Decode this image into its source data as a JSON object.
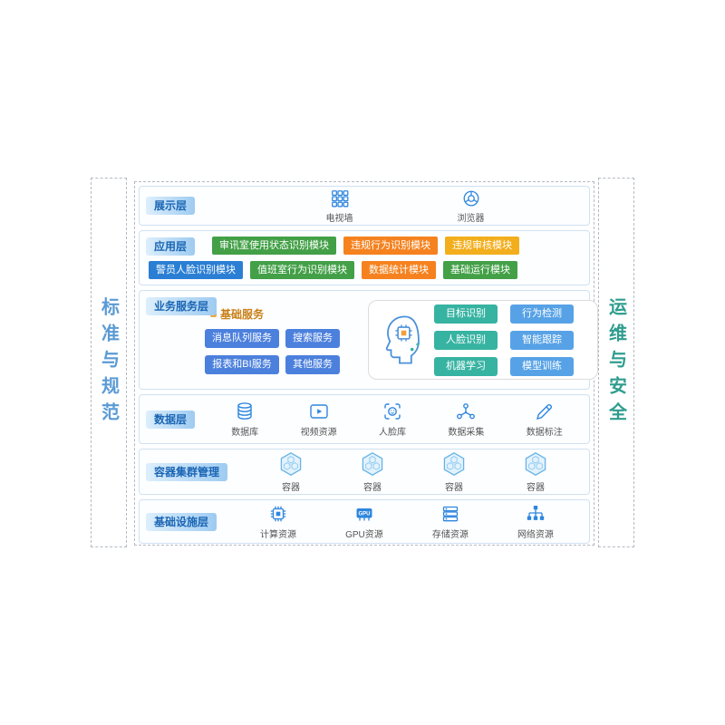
{
  "banners": {
    "left": "标准与规范",
    "right": "运维与安全"
  },
  "presentation": {
    "label": "展示层",
    "items": [
      {
        "label": "电视墙",
        "icon": "tv-wall-icon"
      },
      {
        "label": "浏览器",
        "icon": "browser-icon"
      }
    ]
  },
  "application": {
    "label": "应用层",
    "row1": [
      {
        "label": "审讯室使用状态识别模块",
        "color": "green"
      },
      {
        "label": "违规行为识别模块",
        "color": "orange"
      },
      {
        "label": "违规审核模块",
        "color": "amber"
      }
    ],
    "row2": [
      {
        "label": "警员人脸识别模块",
        "color": "blue"
      },
      {
        "label": "值班室行为识别模块",
        "color": "green"
      },
      {
        "label": "数据统计模块",
        "color": "orange"
      },
      {
        "label": "基础运行模块",
        "color": "green"
      }
    ]
  },
  "business": {
    "label": "业务服务层",
    "basic_title": "基础服务",
    "basic_services": [
      {
        "label": "消息队列服务",
        "color": "service"
      },
      {
        "label": "搜索服务",
        "color": "service"
      },
      {
        "label": "报表和BI服务",
        "color": "service"
      },
      {
        "label": "其他服务",
        "color": "service"
      }
    ],
    "ai_icon": "ai-head-chip-icon",
    "ai_services": [
      {
        "label": "目标识别",
        "color": "teal"
      },
      {
        "label": "行为检测",
        "color": "ai_blue"
      },
      {
        "label": "人脸识别",
        "color": "teal"
      },
      {
        "label": "智能跟踪",
        "color": "ai_blue"
      },
      {
        "label": "机器学习",
        "color": "teal"
      },
      {
        "label": "模型训练",
        "color": "ai_blue"
      }
    ]
  },
  "data_layer": {
    "label": "数据层",
    "items": [
      {
        "label": "数据库",
        "icon": "database-icon"
      },
      {
        "label": "视频资源",
        "icon": "video-icon"
      },
      {
        "label": "人脸库",
        "icon": "face-library-icon"
      },
      {
        "label": "数据采集",
        "icon": "data-collect-icon"
      },
      {
        "label": "数据标注",
        "icon": "data-annotate-icon"
      }
    ]
  },
  "container_layer": {
    "label": "容器集群管理",
    "items": [
      {
        "label": "容器",
        "icon": "container-hexagon-icon"
      },
      {
        "label": "容器",
        "icon": "container-hexagon-icon"
      },
      {
        "label": "容器",
        "icon": "container-hexagon-icon"
      },
      {
        "label": "容器",
        "icon": "container-hexagon-icon"
      }
    ]
  },
  "infrastructure": {
    "label": "基础设施层",
    "items": [
      {
        "label": "计算资源",
        "icon": "cpu-icon"
      },
      {
        "label": "GPU资源",
        "icon": "gpu-icon"
      },
      {
        "label": "存储资源",
        "icon": "storage-icon"
      },
      {
        "label": "网络资源",
        "icon": "network-icon"
      }
    ]
  },
  "colors": {
    "green": "#43a047",
    "orange": "#f5821f",
    "amber": "#f3ae1d",
    "blue": "#2a7fd4",
    "teal": "#37b3a2",
    "ai_blue": "#57a2e6",
    "service": "#4c80dd",
    "icon_stroke": "#2e86de"
  }
}
